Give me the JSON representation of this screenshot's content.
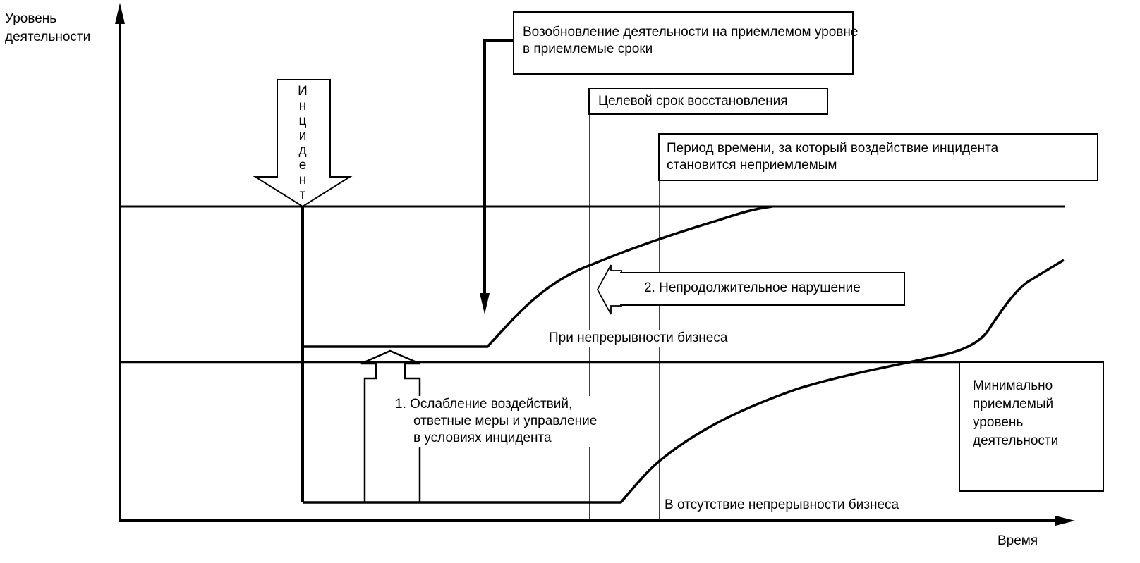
{
  "axes": {
    "y_label_line1": "Уровень",
    "y_label_line2": "деятельности",
    "x_label": "Время"
  },
  "incident_arrow": {
    "letters": [
      "И",
      "н",
      "ц",
      "и",
      "д",
      "е",
      "н",
      "т"
    ],
    "label": "Инцидент"
  },
  "boxes": {
    "resumption": {
      "line1": "Возобновление деятельности на приемлемом уровне",
      "line2": "в приемлемые сроки"
    },
    "target_recovery": "Целевой срок восстановления",
    "unacceptable_period": {
      "line1": "Период времени, за который воздействие инцидента",
      "line2": "становится неприемлемым"
    },
    "minimum_level": {
      "line1": "Минимально",
      "line2": "приемлемый",
      "line3": "уровень",
      "line4": "деятельности"
    },
    "short_disruption": "2. Непродолжительное нарушение"
  },
  "labels": {
    "with_bc": "При непрерывности бизнеса",
    "without_bc": "В отсутствие непрерывности бизнеса",
    "mitigation": {
      "line1": "1. Ослабление воздействий,",
      "line2": "ответные меры и управление",
      "line3": "в условиях инцидента"
    }
  },
  "colors": {
    "stroke": "#000000",
    "background": "#ffffff"
  }
}
